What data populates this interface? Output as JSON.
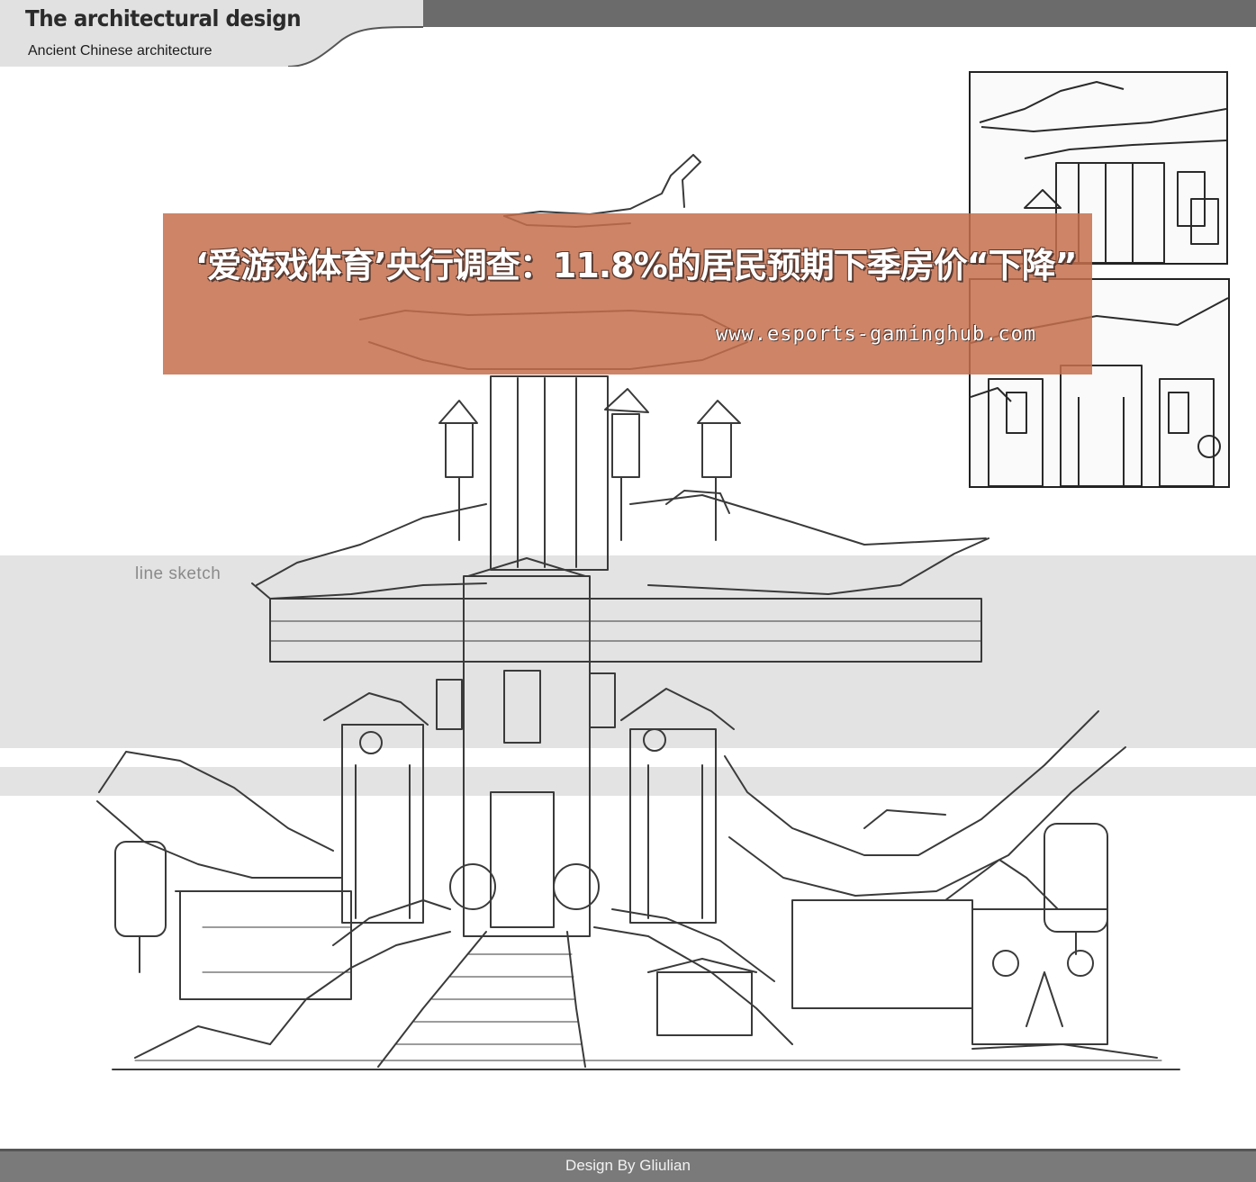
{
  "header": {
    "title": "The architectural design",
    "subtitle": "Ancient Chinese architecture"
  },
  "section": {
    "label": "line sketch"
  },
  "overlay": {
    "headline": "‘爱游戏体育’央行调查：11.8%的居民预期下季房价“下降”",
    "url": "www.esports-gaminghub.com"
  },
  "footer": {
    "credit": "Design By Gliulian"
  },
  "colors": {
    "header_gray": "#6b6b6b",
    "band_gray": "#e3e3e3",
    "overlay_terracotta": "#c46e4c",
    "footer_gray": "#7a7a7a"
  }
}
